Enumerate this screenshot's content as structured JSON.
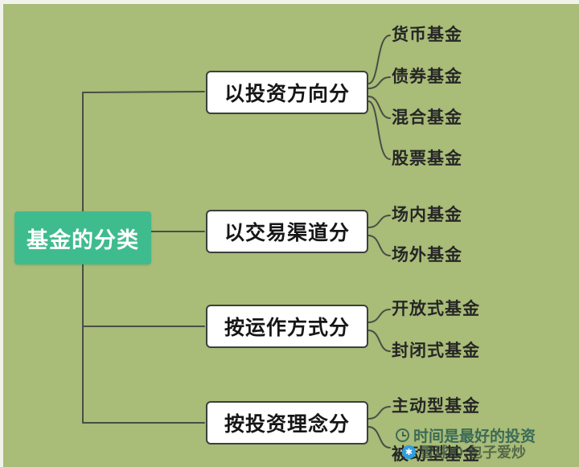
{
  "page": {
    "background_color": "#a9bc78",
    "root_color": "#3fbc8d",
    "line_color": "#4a4e45"
  },
  "root": {
    "label": "基金的分类"
  },
  "branches": [
    {
      "label": "以投资方向分",
      "children": [
        "货币基金",
        "债券基金",
        "混合基金",
        "股票基金"
      ]
    },
    {
      "label": "以交易渠道分",
      "children": [
        "场内基金",
        "场外基金"
      ]
    },
    {
      "label": "按运作方式分",
      "children": [
        "开放式基金",
        "封闭式基金"
      ]
    },
    {
      "label": "按投资理念分",
      "children": [
        "主动型基金",
        "被动型基金"
      ]
    }
  ],
  "watermark": {
    "line1": "时间是最好的投资",
    "line2": "雪球ID:包子爱炒",
    "logo_glyph": "✱"
  }
}
